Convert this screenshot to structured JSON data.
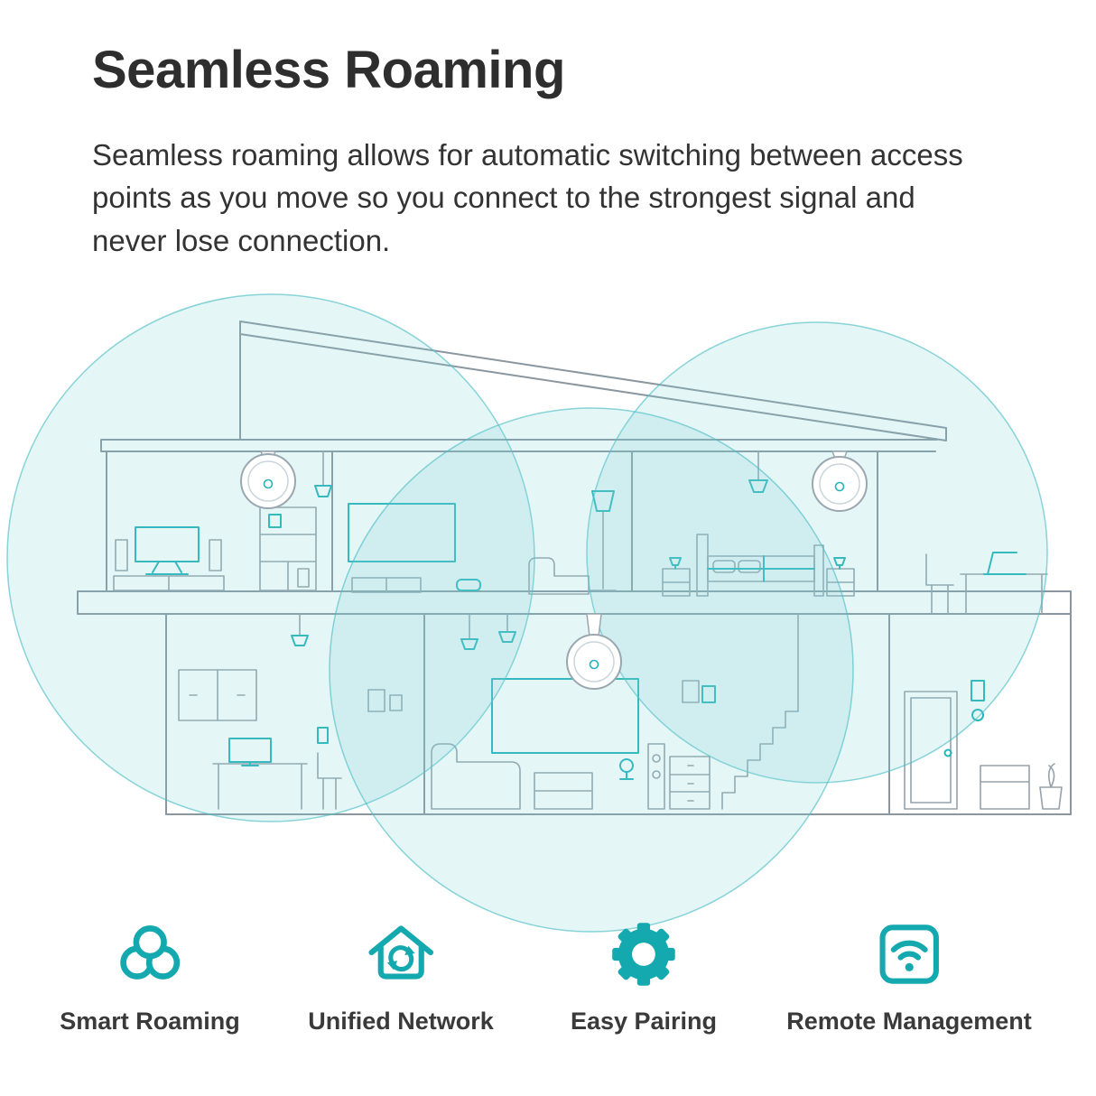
{
  "page": {
    "title": "Seamless Roaming",
    "description": "Seamless roaming allows for automatic switching between access points as you move so you connect to the strongest signal and never lose connection."
  },
  "features": [
    {
      "label": "Smart Roaming",
      "icon": "smart-roaming-icon"
    },
    {
      "label": "Unified Network",
      "icon": "unified-network-icon"
    },
    {
      "label": "Easy Pairing",
      "icon": "easy-pairing-icon"
    },
    {
      "label": "Remote Management",
      "icon": "remote-management-icon"
    }
  ],
  "diagram": {
    "scene": "Two-story house cross-section line art with three ceiling-mounted access points and three overlapping Wi-Fi coverage circles",
    "access_points": 3,
    "coverage_circles": 3
  },
  "colors": {
    "accent_teal": "#14A9AF",
    "line_art_gray": "#8A97A0",
    "coverage_fill": "#7ED3D7",
    "text_dark": "#2E2E2E"
  }
}
